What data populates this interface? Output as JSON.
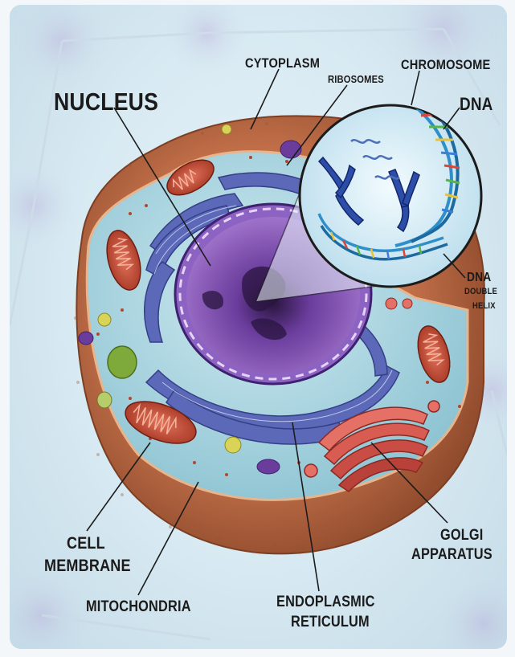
{
  "labels": {
    "nucleus": "NUCLEUS",
    "cytoplasm": "CYTOPLASM",
    "ribosomes": "RIBOSOMES",
    "chromosome": "CHROMOSOME",
    "dna": "DNA",
    "dna_detail": "DNA",
    "double": "DOUBLE",
    "helix": "HELIX",
    "cell": "CELL",
    "membrane": "MEMBRANE",
    "mitochondria": "MITOCHONDRIA",
    "endoplasmic": "ENDOPLASMIC",
    "reticulum": "RETICULUM",
    "golgi": "GOLGI",
    "apparatus": "APPARATUS"
  },
  "colors": {
    "membrane": "#c8754a",
    "cytoplasm": "#a9d3de",
    "nucleus": "#7b4fb0",
    "er": "#5a67b5",
    "mitochondria": "#c8452e",
    "golgi": "#d65a4c",
    "dna_strand": "#2f8fc9"
  }
}
